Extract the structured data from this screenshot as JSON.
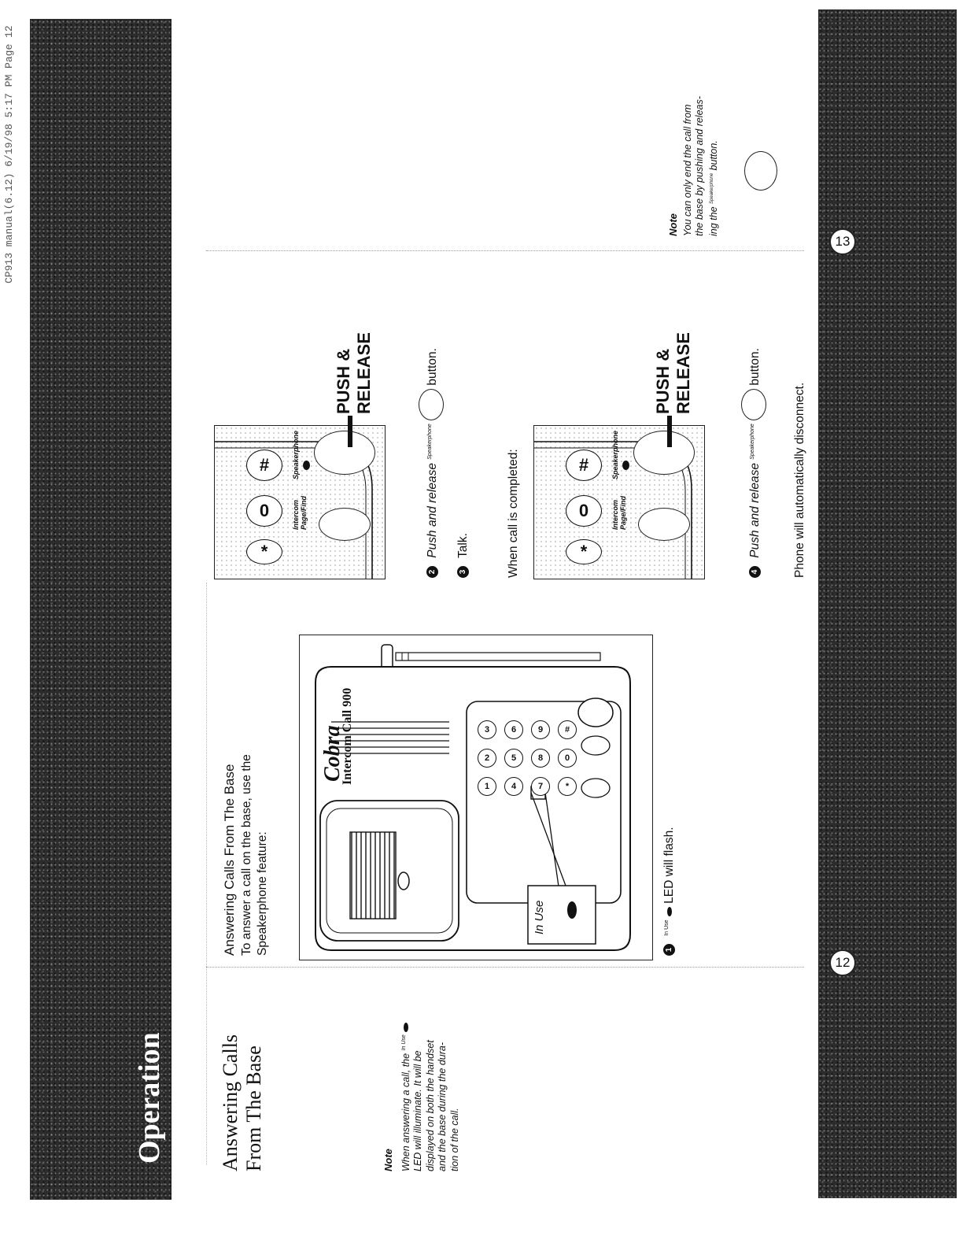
{
  "scan_header": "CP913 manual(6.12)   6/19/98  5:17 PM  Page 12",
  "band_top": {
    "title": "Operation"
  },
  "band_bottom": {
    "title": "Operation",
    "page_left": "12",
    "page_right": "13"
  },
  "section_heading": {
    "line1": "Answering Calls",
    "line2": "From The Base"
  },
  "note_left": {
    "heading": "Note",
    "line1_pre": "When answering a call, the",
    "line1_sup": "In Use",
    "line2": "LED will illuminate. It will be",
    "line3": "displayed on both the handset",
    "line4": "and the base during the dura-",
    "line5": "tion of the call."
  },
  "intro": {
    "title": "Answering Calls From The Base",
    "line1": "To answer a call on the base, use the",
    "line2": "Speakerphone feature:"
  },
  "base_unit": {
    "brand": "Cobra",
    "model": "Intercom Call 900",
    "callout_label": "In Use",
    "keys": [
      "1",
      "2",
      "3",
      "4",
      "5",
      "6",
      "7",
      "8",
      "9",
      "*",
      "0",
      "#"
    ]
  },
  "steps": [
    {
      "num": "1",
      "sup": "In Use",
      "text": "LED will flash."
    },
    {
      "num": "2",
      "text_italic": "Push and release",
      "sup": "Speakerphone",
      "text": "button."
    },
    {
      "num": "3",
      "text": "Talk."
    },
    {
      "num": "4",
      "text_italic": "Push and release",
      "sup": "Speakerphone",
      "text": "button."
    }
  ],
  "when_completed": "When call is completed:",
  "disconnect": "Phone will automatically disconnect.",
  "keypad_closeup": {
    "keys": [
      "*",
      "0",
      "#"
    ],
    "label_intercom": "Intercom",
    "label_page": "Page/Find",
    "label_speaker": "Speakerphone",
    "callout_line1": "PUSH &",
    "callout_line2": "RELEASE"
  },
  "note_right": {
    "heading": "Note",
    "line1": "You can only end the call from",
    "line2": "the base by pushing and releas-",
    "line3_pre": "ing the",
    "line3_sup": "Speakerphone",
    "line3_post": "button."
  }
}
